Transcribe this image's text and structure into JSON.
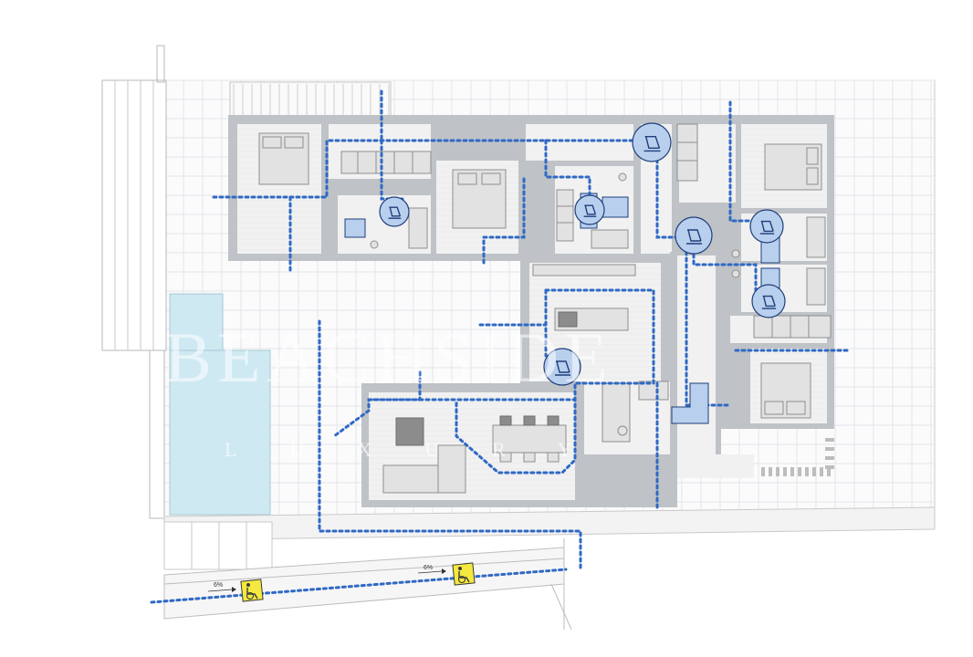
{
  "watermark": {
    "main": "BEACHSIDE",
    "sub": "LUXURY"
  },
  "ramp": {
    "slope_left": "6%",
    "slope_right": "6%"
  },
  "colors": {
    "route": "#2f69c4",
    "turning_circle": "#b9cfee",
    "pool": "#cfe9f3",
    "accessible_sign": "#f3e93f"
  },
  "icons": [
    "wheelchair-turning-icon",
    "accessible-parking-icon"
  ]
}
